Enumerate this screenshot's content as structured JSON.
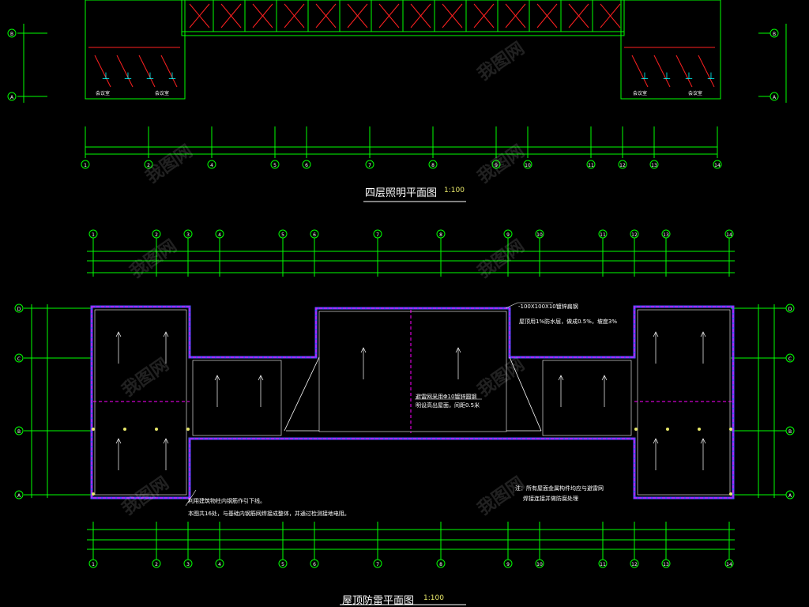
{
  "drawing": {
    "plan1": {
      "title": "四层照明平面图",
      "scale": "1:100",
      "axis_numbers": [
        "1",
        "2",
        "4",
        "5",
        "6",
        "7",
        "8",
        "9",
        "10",
        "11",
        "12",
        "13",
        "14"
      ],
      "left_axis_letters": [
        "B",
        "A"
      ],
      "room_labels": [
        "会议室",
        "会议室",
        "会议室",
        "会议室"
      ]
    },
    "plan2": {
      "title": "屋顶防雷平面图",
      "scale": "1:100",
      "axis_numbers_top": [
        "1",
        "2",
        "3",
        "4",
        "5",
        "6",
        "7",
        "8",
        "9",
        "10",
        "11",
        "12",
        "13",
        "14"
      ],
      "axis_numbers_bottom": [
        "1",
        "2",
        "3",
        "4",
        "5",
        "6",
        "7",
        "8",
        "9",
        "10",
        "11",
        "12",
        "13",
        "14"
      ],
      "axis_letters": [
        "D",
        "C",
        "B",
        "A"
      ],
      "notes": {
        "n1": "-100X100X10镀锌扁钢",
        "n2": "屋顶用1%防水层，做成0.5%，坡度3%",
        "n3": "避雷网采用Φ10镀锌圆钢",
        "n4": "明设高出屋面，间距0.5米",
        "n5": "利用建筑物柱内钢筋作引下线。",
        "n6": "本图共16处，与基础内钢筋网焊接成整体，并通过检测接地电阻。",
        "n7": "注：所有屋面金属构件均应与避雷网",
        "n8": "焊接连接并做防腐处理"
      }
    },
    "watermark": "我图网"
  },
  "colors": {
    "background": "#000000",
    "wall_green": "#00ff00",
    "wall_magenta": "#ff00ff",
    "wall_blue": "#5050ff",
    "red_wire": "#ff2020",
    "white": "#ffffff",
    "yellow": "#e8e86a",
    "cyan": "#00ffff"
  }
}
